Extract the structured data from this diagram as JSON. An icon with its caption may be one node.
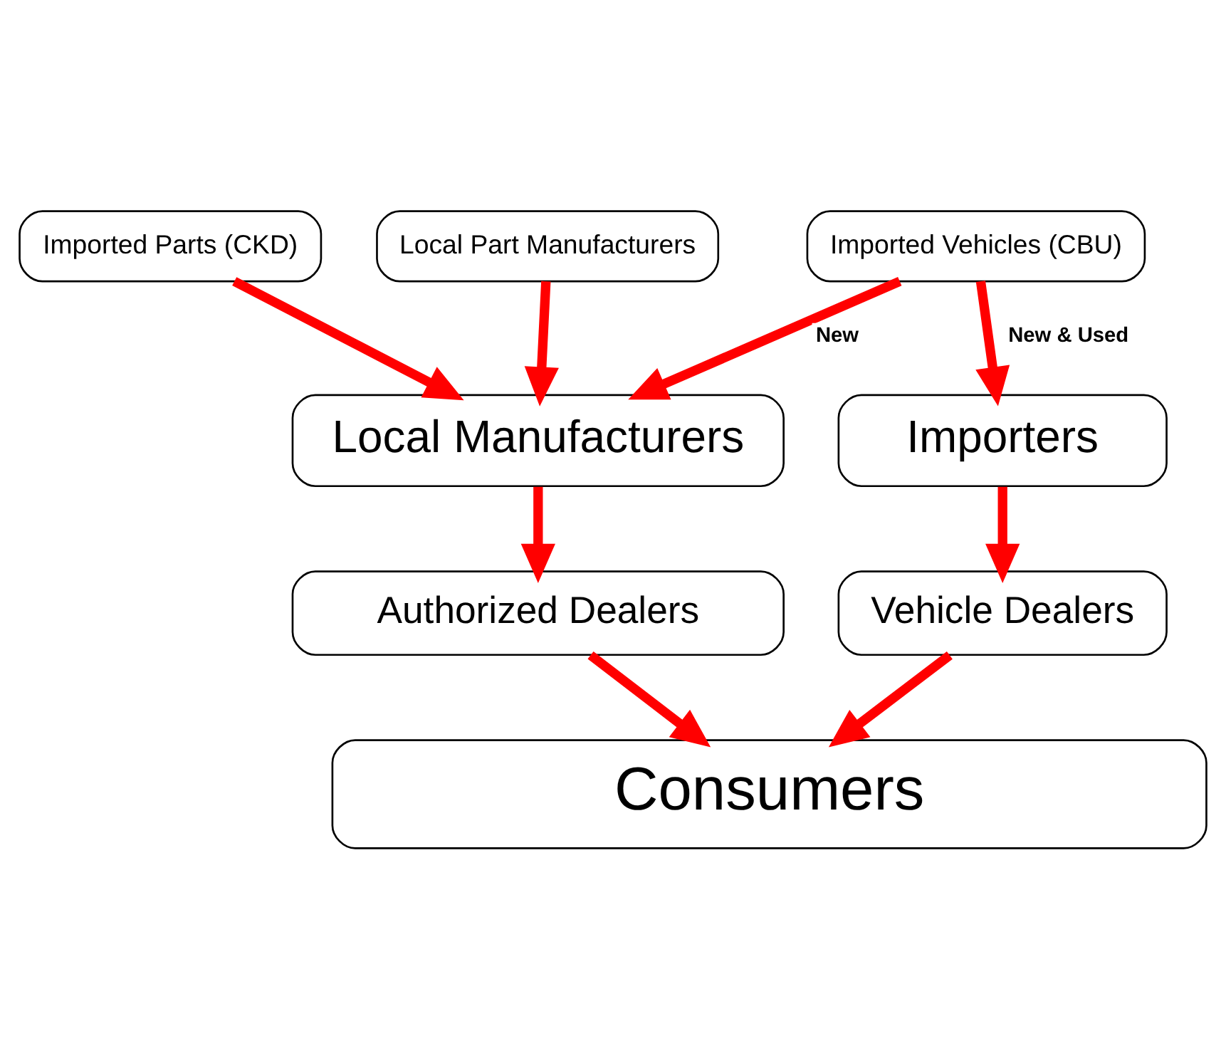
{
  "diagram": {
    "nodes": [
      {
        "text": [
          "Imported Parts (CKD)"
        ]
      },
      {
        "text": [
          "Local Part Manufacturers"
        ]
      },
      {
        "text": [
          "Imported Vehicles (CBU)"
        ]
      },
      {
        "text": [
          "Local Manufacturers"
        ]
      },
      {
        "text": [
          "Importers"
        ]
      },
      {
        "text": [
          "Authorized Dealers"
        ]
      },
      {
        "text": [
          "Vehicle Dealers"
        ]
      },
      {
        "text": [
          "Consumers"
        ]
      }
    ],
    "edges": [
      {
        "from": 0,
        "to": 3,
        "arrow": "to",
        "color": "#ff0000"
      },
      {
        "from": 1,
        "to": 3,
        "arrow": "to",
        "color": "#ff0000"
      },
      {
        "from": 2,
        "to": 3,
        "arrow": "to",
        "label": "New",
        "color": "#ff0000"
      },
      {
        "from": 2,
        "to": 4,
        "arrow": "to",
        "label": "New & Used",
        "color": "#ff0000"
      },
      {
        "from": 3,
        "to": 5,
        "arrow": "to",
        "color": "#ff0000"
      },
      {
        "from": 4,
        "to": 6,
        "arrow": "to",
        "color": "#ff0000"
      },
      {
        "from": 5,
        "to": 7,
        "arrow": "to",
        "color": "#ff0000"
      },
      {
        "from": 6,
        "to": 7,
        "arrow": "to",
        "color": "#ff0000"
      }
    ]
  }
}
